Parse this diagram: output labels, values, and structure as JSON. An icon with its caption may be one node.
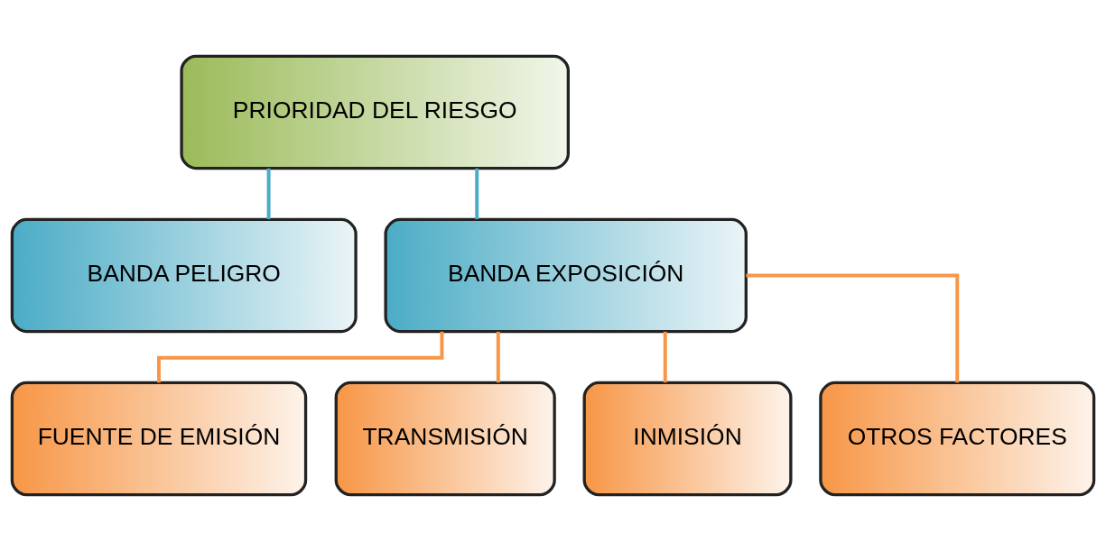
{
  "diagram": {
    "nodes": [
      {
        "text": [
          "PRIORIDAD DEL RIESGO"
        ]
      },
      {
        "text": [
          "BANDA PELIGRO"
        ]
      },
      {
        "text": [
          "BANDA EXPOSICIÓN"
        ]
      },
      {
        "text": [
          "FUENTE DE EMISIÓN"
        ]
      },
      {
        "text": [
          "TRANSMISIÓN"
        ]
      },
      {
        "text": [
          "INMISIÓN"
        ]
      },
      {
        "text": [
          "OTROS FACTORES"
        ]
      }
    ],
    "edges": [
      {
        "from": 0,
        "to": 1,
        "arrow": "none",
        "color": "#4bacc6"
      },
      {
        "from": 0,
        "to": 2,
        "arrow": "none",
        "color": "#4bacc6"
      },
      {
        "from": 2,
        "to": 3,
        "arrow": "none"
      },
      {
        "from": 2,
        "to": 4,
        "arrow": "none"
      },
      {
        "from": 2,
        "to": 5,
        "arrow": "none"
      },
      {
        "from": 2,
        "to": 6,
        "arrow": "none"
      }
    ]
  }
}
